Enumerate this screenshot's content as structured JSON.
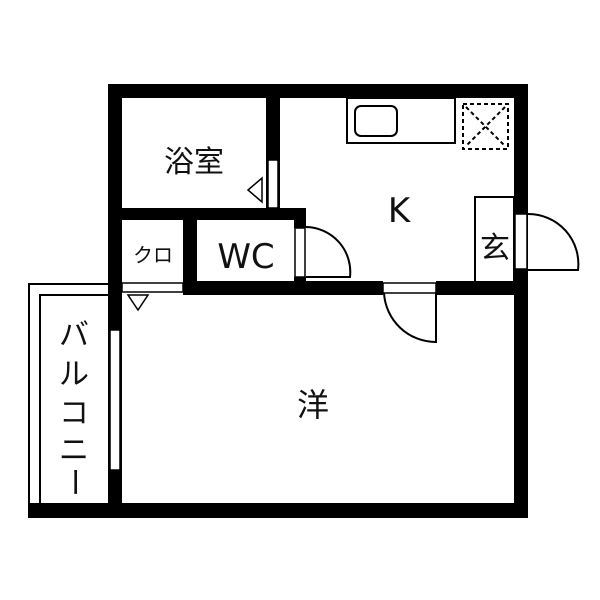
{
  "floor_plan": {
    "rooms": {
      "bath": "浴室",
      "closet": "クロ",
      "wc": "WC",
      "kitchen": "K",
      "entrance": "玄",
      "western_room": "洋",
      "balcony": [
        "バ",
        "ル",
        "コ",
        "ニ",
        "ー"
      ]
    },
    "colors": {
      "wall": "#000000",
      "background": "#ffffff"
    }
  }
}
